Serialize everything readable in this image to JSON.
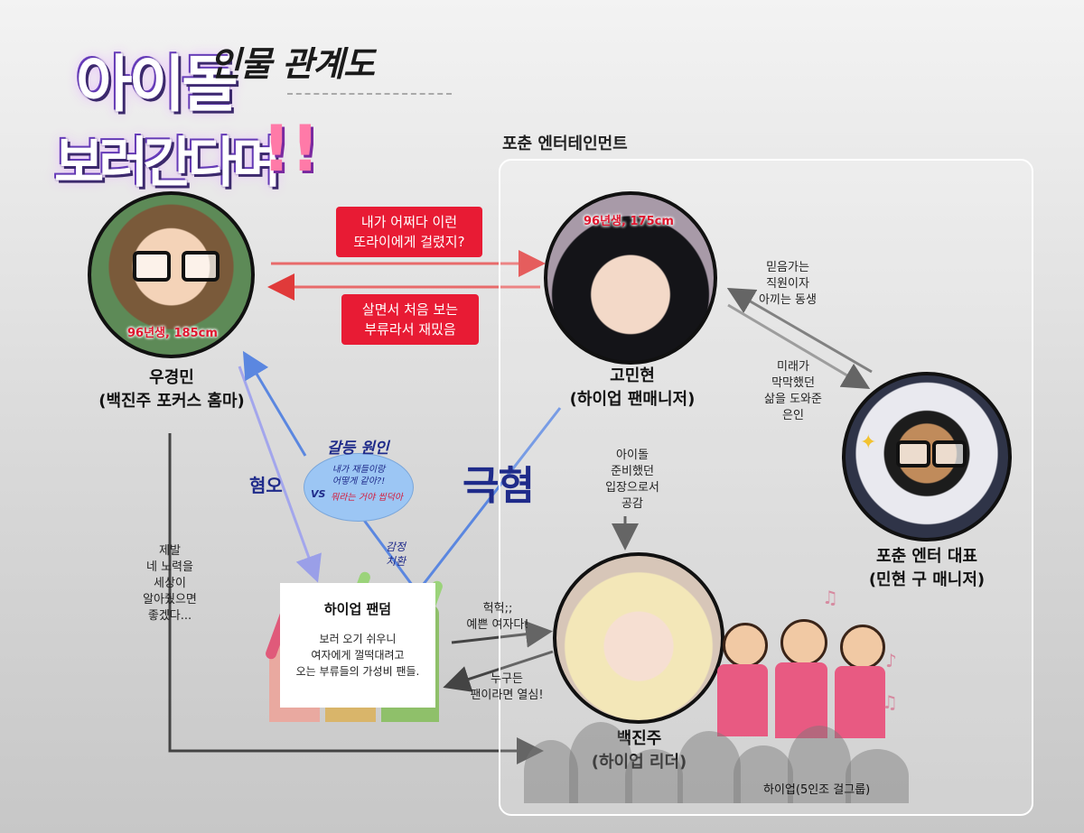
{
  "logo": {
    "line1": "아이돌",
    "line2": "보러간다며",
    "exclaim": "!!"
  },
  "page_title": "인물 관계도",
  "group_label": "포춘 엔터테인먼트",
  "characters": {
    "woo": {
      "name": "우경민",
      "role": "(백진주 포커스 홈마)",
      "note": "96년생, 185cm"
    },
    "go": {
      "name": "고민현",
      "role": "(하이업 팬매니저)",
      "note": "96년생, 175cm"
    },
    "ceo": {
      "name": "포춘 엔터 대표",
      "role": "(민현 구 매니저)"
    },
    "baek": {
      "name": "백진주",
      "role": "(하이업 리더)"
    }
  },
  "relations": {
    "woo_to_go": [
      "내가 어쩌다 이런",
      "또라이에게 걸렸지?"
    ],
    "go_to_woo": [
      "살면서 처음 보는",
      "부류라서 재밌음"
    ],
    "ceo_to_go": [
      "믿음가는",
      "직원이자",
      "아끼는 동생"
    ],
    "go_to_ceo": [
      "미래가",
      "막막했던",
      "삶을 도와준",
      "은인"
    ],
    "go_to_baek": [
      "아이돌",
      "준비했던",
      "입장으로서",
      "공감"
    ],
    "fandom_to_baek": [
      "헉헉;;",
      "예쁜 여자다!"
    ],
    "baek_to_fandom": [
      "누구든",
      "팬이라면 열심!"
    ],
    "woo_to_baek": [
      "제발",
      "네 노력을",
      "세상이",
      "알아줬으면",
      "좋겠다..."
    ],
    "hate": "혐오",
    "extreme_hate": "극혐",
    "emotion_swap": [
      "감정",
      "치환"
    ]
  },
  "conflict": {
    "title": "갈등 원인",
    "line1": [
      "내가 재들이랑",
      "어떻게 같아?!"
    ],
    "vs": "VS",
    "line2": "뭐라는 거야 씹덕아"
  },
  "fandom": {
    "title": "하이업 팬덤",
    "desc": [
      "보러 오기 쉬우니",
      "여자에게 껄떡대려고",
      "오는 부류들의 가성비 팬들."
    ]
  },
  "idol_group_label": "하이업(5인조 걸그룹)",
  "colors": {
    "red": "#e81b34",
    "blue_arrow": "#5b87e0",
    "navy_text": "#1f2b8a",
    "gray_arrow": "#555555"
  }
}
